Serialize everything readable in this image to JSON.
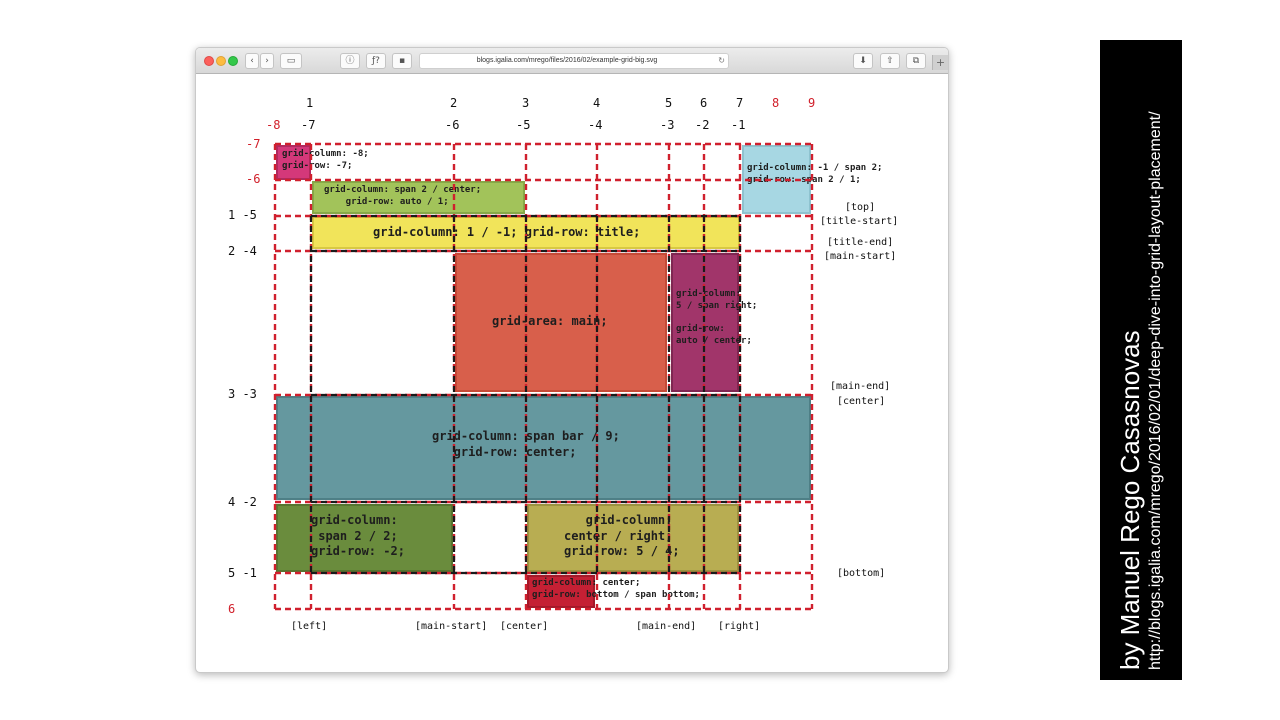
{
  "browser": {
    "url": "blogs.igalia.com/mrego/files/2016/02/example-grid-big.svg",
    "buttons": {
      "back": "‹",
      "forward": "›",
      "sidebar": "▭",
      "info": "ⓘ",
      "function": "ƒ?",
      "lock": "▪",
      "reload": "↻",
      "download": "⬇",
      "share": "⇧",
      "tabs": "⧉",
      "new_tab": "+"
    }
  },
  "grid_labels": {
    "col_positive": [
      "1",
      "2",
      "3",
      "4",
      "5",
      "6",
      "7",
      "8",
      "9"
    ],
    "col_negative": [
      "-8",
      "-7",
      "-6",
      "-5",
      "-4",
      "-3",
      "-2",
      "-1"
    ],
    "row_numbers": [
      "-7",
      "-6",
      "1 -5",
      "2 -4",
      "3 -3",
      "4 -2",
      "5 -1",
      "6"
    ],
    "col_names": [
      "[left]",
      "[main-start]",
      "[center]",
      "[main-end]",
      "[right]"
    ],
    "row_names": [
      "[top]",
      "[title-start]",
      "[title-end]",
      "[main-start]",
      "[main-end]",
      "[center]",
      "[bottom]"
    ]
  },
  "items": {
    "pink": "grid-column: -8;\ngrid-row: -7;",
    "light_blue": "grid-column: -1 / span 2;\ngrid-row: span 2 / 1;",
    "green": "grid-column: span 2 / center;\n    grid-row: auto / 1;",
    "yellow": "grid-column: 1 / -1; grid-row: title;",
    "main": "grid-area: main;",
    "purple": "grid-column:\n5 / span right;\n\ngrid-row:\nauto / center;",
    "teal": "grid-column: span bar / 9;\n   grid-row: center;",
    "olive": "grid-column:\n span 2 / 2;\ngrid-row: -2;",
    "mustard": "   grid-column:\ncenter / right;\ngrid-row: 5 / 4;",
    "crimson": "grid-column: center;\ngrid-row: bottom / span bottom;"
  },
  "colors": {
    "pink": "#d4387a",
    "light_blue": "#a7d7e3",
    "green": "#a2c35a",
    "yellow": "#f1e45a",
    "main": "#d85f4b",
    "purple": "#a1356a",
    "teal": "#65989f",
    "olive": "#6a8c3d",
    "mustard": "#b8ad52",
    "crimson": "#c42034",
    "grid_red": "#d0202e",
    "banner": "#000000"
  },
  "banner": {
    "author": "by Manuel Rego Casasnovas",
    "url": "http://blogs.igalia.com/mrego/2016/02/01/deep-dive-into-grid-layout-placement/"
  }
}
